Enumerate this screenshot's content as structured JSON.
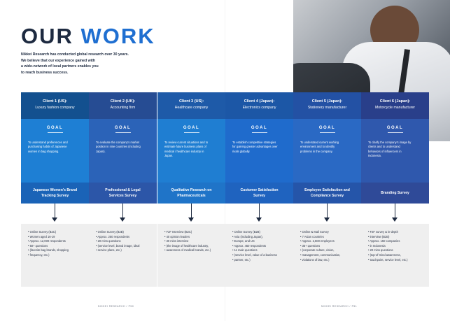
{
  "title": {
    "word1": "OUR",
    "word2": "WORK"
  },
  "intro": [
    "Nikkei Research has conducted global research over 30 years.",
    "We believe that our experience gained with",
    "a wide-network of local partners enables you",
    "to reach business success."
  ],
  "colors": {
    "head": [
      "#13508f",
      "#264c93",
      "#1e5aa8",
      "#1c57a6",
      "#2351a4",
      "#293f8a"
    ],
    "goal": [
      "#1e7fd4",
      "#2b63b8",
      "#1f7ed2",
      "#1f6bcc",
      "#2a69c4",
      "#2f58ad"
    ],
    "survey": [
      "#1a63b7",
      "#2c56a8",
      "#1f74c8",
      "#1f63bf",
      "#2555a9",
      "#2f4a98"
    ],
    "title_dark": "#1d2a40",
    "title_accent": "#1f6fd1"
  },
  "goal_label": "GOAL",
  "columns": [
    {
      "client": "Client 1 (US):",
      "desc": "Luxury fashion company",
      "goal": [
        "To understand preferences and",
        "purchasing habits of Japanese",
        "women in bag shopping."
      ],
      "survey": [
        "Japanese Women's Brand",
        "Tracking Survey"
      ],
      "details": [
        "Online Survey (B2C)",
        "Women aged 16-19",
        "Approx. 12,000 respondents",
        "50+ questions",
        "(favorite bag brands, shopping",
        "frequency, etc.)"
      ]
    },
    {
      "client": "Client 2 (UK):",
      "desc": "Accounting firm",
      "goal": [
        "To evaluate the company's market",
        "position in nine countries (including",
        "Japan)."
      ],
      "survey": [
        "Professional & Legal",
        "Services Survey"
      ],
      "details": [
        "Online Survey (B2B)",
        "Approx. 250 respondents",
        "20 mins questions",
        "(service level, brand image, ideal",
        "service plans, etc.)"
      ]
    },
    {
      "client": "Client 3 (US):",
      "desc": "Healthcare company",
      "goal": [
        "To review current situations and to",
        "estimate future business plans of",
        "medical / healthcare industry in",
        "Japan."
      ],
      "survey": [
        "Qualitative Research on",
        "Pharmaceuticals"
      ],
      "details": [
        "F2F Interview (B2C)",
        "40 opinion leaders",
        "30 mins interview",
        "(the image of healthcare industry,",
        "awareness of medical brands, etc.)"
      ]
    },
    {
      "client": "Client 4 (Japan):",
      "desc": "Electronics company",
      "goal": [
        "To establish competitive strategies",
        "for gaining greater advantages over",
        "rivals globally."
      ],
      "survey": [
        "Customer Satisfaction",
        "Survey"
      ],
      "details": [
        "Online Survey (B2B)",
        "Asia (including Japan),",
        "Europe, and US",
        "Approx. 450 respondents",
        "11 main questions",
        "(service level, value of a business",
        "partner, etc.)"
      ]
    },
    {
      "client": "Client 5 (Japan):",
      "desc": "Stationery manufacturer",
      "goal": [
        "To understand current working",
        "environment and to identify",
        "problems in the company."
      ],
      "survey": [
        "Employee Satisfaction and",
        "Compliance Survey"
      ],
      "details": [
        "Online & Mail Survey",
        "7 Asian countries",
        "Approx. 2,500 employees",
        "35+ questions",
        "(corporate culture, vision,",
        "management, communication,",
        "violations of law, etc.)"
      ]
    },
    {
      "client": "Client 6 (Japan):",
      "desc": "Motorcycle manufacturer",
      "goal": [
        "To clarify the company's image by",
        "clients and to understand",
        "behaviors of influencers in",
        "Indonesia."
      ],
      "survey": [
        "Branding Survey"
      ],
      "details": [
        "F2F survey & in-depth",
        "interview (B2B)",
        "Approx. 150 companies",
        "in Indonesia",
        "20 mins questions",
        "(top-of-mind awareness,",
        "touchpoint, service level, etc.)"
      ]
    }
  ],
  "footer": {
    "left": "NIKKEI RESEARCH / P50",
    "right": "NIKKEI RESEARCH / P51"
  }
}
